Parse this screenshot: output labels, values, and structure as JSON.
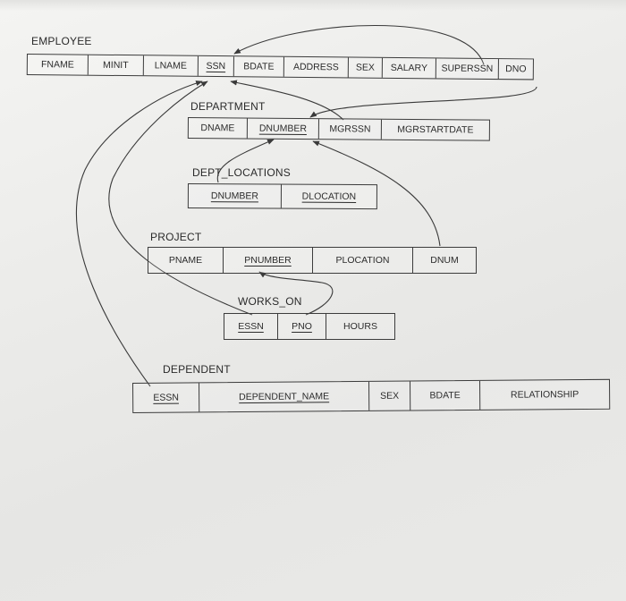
{
  "tables": {
    "employee": {
      "name": "EMPLOYEE",
      "columns": [
        "FNAME",
        "MINIT",
        "LNAME",
        "SSN",
        "BDATE",
        "ADDRESS",
        "SEX",
        "SALARY",
        "SUPERSSN",
        "DNO"
      ]
    },
    "department": {
      "name": "DEPARTMENT",
      "columns": [
        "DNAME",
        "DNUMBER",
        "MGRSSN",
        "MGRSTARTDATE"
      ]
    },
    "dept_locations": {
      "name": "DEPT_LOCATIONS",
      "columns": [
        "DNUMBER",
        "DLOCATION"
      ]
    },
    "project": {
      "name": "PROJECT",
      "columns": [
        "PNAME",
        "PNUMBER",
        "PLOCATION",
        "DNUM"
      ]
    },
    "works_on": {
      "name": "WORKS_ON",
      "columns": [
        "ESSN",
        "PNO",
        "HOURS"
      ]
    },
    "dependent": {
      "name": "DEPENDENT",
      "columns": [
        "ESSN",
        "DEPENDENT_NAME",
        "SEX",
        "BDATE",
        "RELATIONSHIP"
      ]
    }
  }
}
